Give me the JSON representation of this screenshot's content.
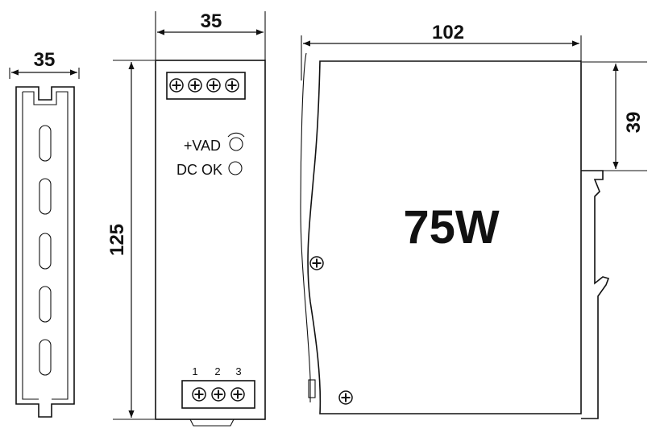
{
  "dimensions": {
    "rail_width": "35",
    "front_width": "35",
    "front_height": "125",
    "side_depth": "102",
    "side_offset": "39"
  },
  "front_panel": {
    "adjust_label": "+VAD",
    "dc_ok_label": "DC OK",
    "terminal_numbers": [
      "1",
      "2",
      "3"
    ]
  },
  "side_view": {
    "power_label": "75W"
  }
}
